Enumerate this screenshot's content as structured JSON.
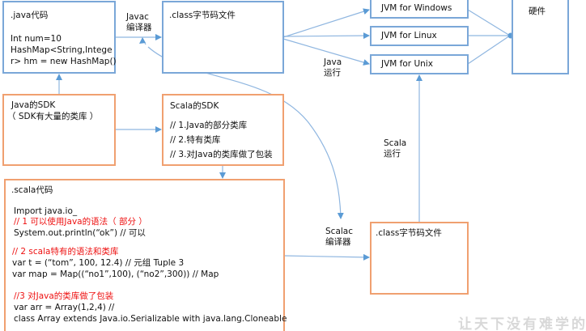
{
  "java_box": {
    "title": ".java代码",
    "lines": [
      "Int num=10",
      "HashMap<String,Intege",
      "r> hm = new HashMap()"
    ]
  },
  "class_box_top": {
    "title": ".class字节码文件"
  },
  "javac_label": [
    "Javac",
    "编译器"
  ],
  "java_run_label": [
    "Java",
    "运行"
  ],
  "scala_run_label": [
    "Scala",
    "运行"
  ],
  "scalac_label": [
    "Scalac",
    "编译器"
  ],
  "jvms": [
    "JVM for Windows",
    "JVM for Linux",
    "JVM for Unix"
  ],
  "hardware": "硬件",
  "java_sdk": {
    "title": "Java的SDK",
    "subtitle": "（ SDK有大量的类库 ）"
  },
  "scala_sdk": {
    "title": "Scala的SDK",
    "lines": [
      "// 1.Java的部分类库",
      "// 2.特有类库",
      "// 3.对Java的类库做了包装"
    ]
  },
  "scala_code": {
    "title": ".scala代码",
    "lines": [
      {
        "text": "Import java.io_",
        "color": "black"
      },
      {
        "text": "// 1 可以使用Java的语法（ 部分 ）",
        "color": "red"
      },
      {
        "text": "System.out.println(“ok”)  // 可以",
        "color": "black"
      },
      {
        "text": "// 2 scala特有的语法和类库",
        "color": "red"
      },
      {
        "text": "var t = (“tom”, 100, 12.4) // 元组 Tuple 3",
        "color": "black"
      },
      {
        "text": "var map = Map((“no1”,100), (“no2”,300))  // Map",
        "color": "black"
      },
      {
        "text": "//3 对Java的类库做了包装",
        "color": "red"
      },
      {
        "text": "var arr = Array(1,2,4) //",
        "color": "black"
      },
      {
        "text": "class Array extends Java.io.Serializable with java.lang.Cloneable",
        "color": "black"
      }
    ]
  },
  "class_box_bottom": {
    "title": ".class字节码文件"
  },
  "watermark": "让天下没有难学的技术",
  "colors": {
    "blue_border": "#7aa7d8",
    "orange_border": "#f0a070",
    "arrow": "#5b9bd5",
    "red_text": "#ee1111"
  }
}
